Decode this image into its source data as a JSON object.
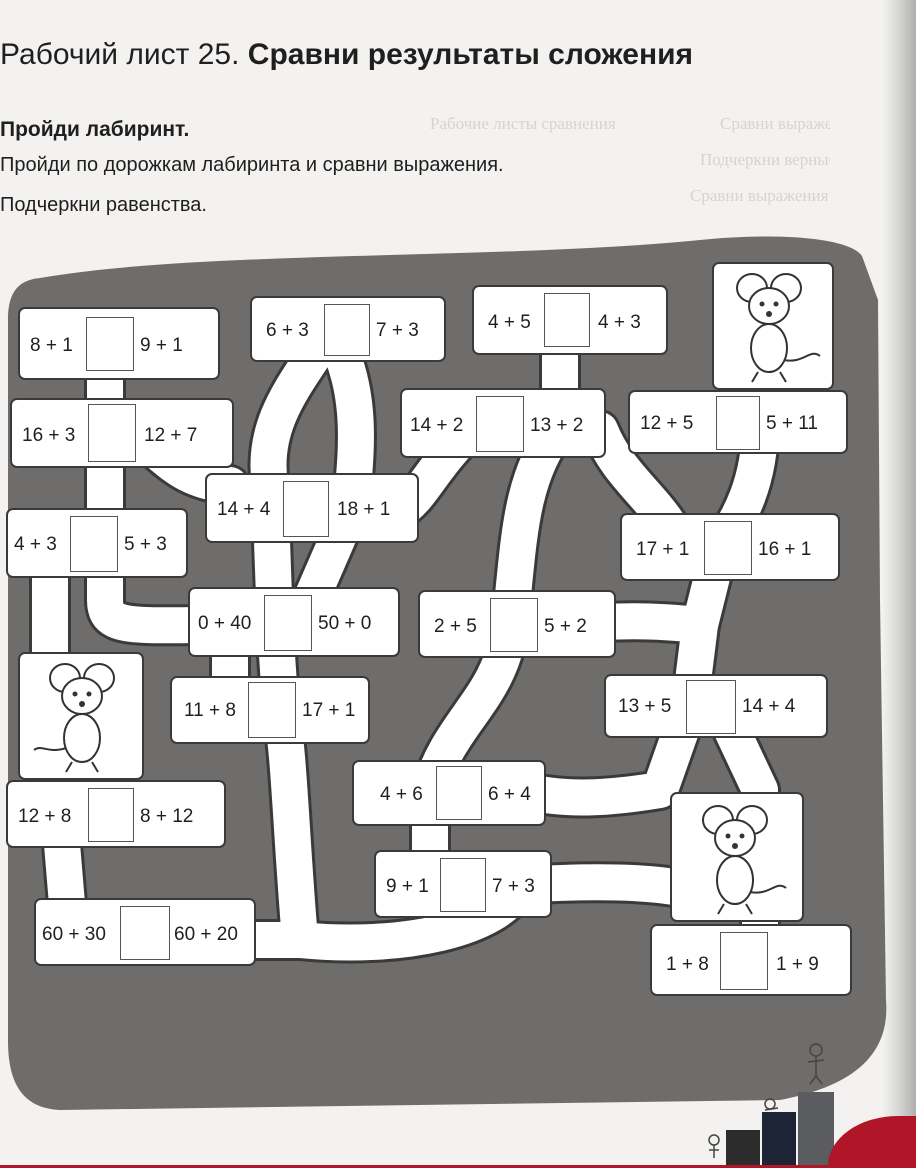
{
  "header": {
    "title_regular": "Рабочий лист 25.",
    "title_bold": "Сравни результаты сложения",
    "subtitle": "Пройди лабиринт.",
    "instruction_1": "Пройди по дорожкам лабиринта и сравни выражения.",
    "instruction_2": "Подчеркни равенства."
  },
  "bleed_through": {
    "line_1": "Рабочие листы сравнения",
    "line_2": "Сравни выражения",
    "line_3": "Подчеркни верные равенства"
  },
  "pairs": [
    {
      "left": "8 + 1",
      "right": "9 + 1"
    },
    {
      "left": "6 + 3",
      "right": "7 + 3"
    },
    {
      "left": "4 + 5",
      "right": "4 + 3"
    },
    {
      "left": "16 + 3",
      "right": "12 + 7"
    },
    {
      "left": "14 + 2",
      "right": "13 + 2"
    },
    {
      "left": "12 + 5",
      "right": "5 + 11"
    },
    {
      "left": "14 + 4",
      "right": "18 + 1"
    },
    {
      "left": "4 + 3",
      "right": "5 + 3"
    },
    {
      "left": "17 + 1",
      "right": "16 + 1"
    },
    {
      "left": "0 + 40",
      "right": "50 + 0"
    },
    {
      "left": "2 + 5",
      "right": "5 + 2"
    },
    {
      "left": "11 + 8",
      "right": "17 + 1"
    },
    {
      "left": "13 + 5",
      "right": "14 + 4"
    },
    {
      "left": "4 + 6",
      "right": "6 + 4"
    },
    {
      "left": "12 + 8",
      "right": "8 + 12"
    },
    {
      "left": "9 + 1",
      "right": "7 + 3"
    },
    {
      "left": "60 + 30",
      "right": "60 + 20"
    },
    {
      "left": "1 + 8",
      "right": "1 + 9"
    }
  ],
  "mice": [
    {
      "name": "mouse-icon"
    },
    {
      "name": "mouse-icon"
    },
    {
      "name": "mouse-icon"
    }
  ],
  "colors": {
    "maze_background": "#6e6d6b",
    "path": "#ffffff",
    "outline": "#3a3a3a",
    "accent_red": "#b01528"
  }
}
